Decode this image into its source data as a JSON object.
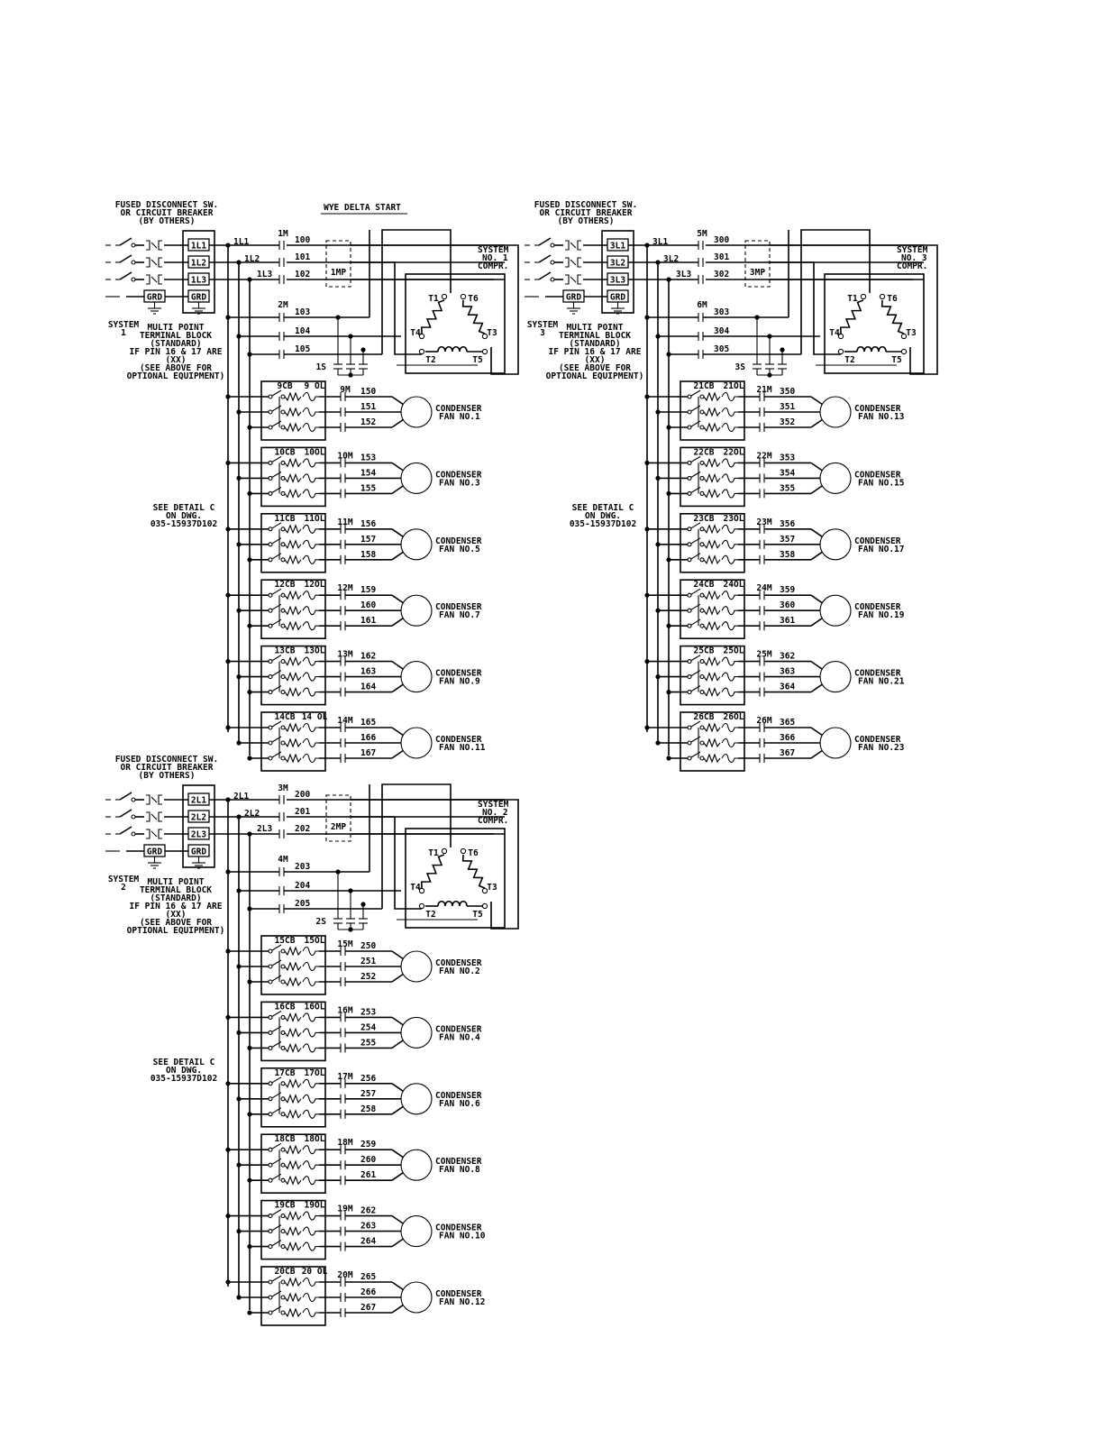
{
  "header": {
    "title": "WYE DELTA START"
  },
  "disconnect_label": [
    "FUSED DISCONNECT SW.",
    "OR CIRCUIT BREAKER",
    "(BY OTHERS)"
  ],
  "terminal_note": [
    "MULTI POINT",
    "TERMINAL BLOCK",
    "(STANDARD)",
    "IF PIN 16 & 17 ARE",
    "(XX)",
    "(SEE ABOVE FOR",
    "OPTIONAL EQUIPMENT)"
  ],
  "detail_note": [
    "SEE DETAIL C",
    "ON DWG.",
    "035-15937D102"
  ],
  "ground_label": "GRD",
  "motor_terminals": {
    "t1": "T1",
    "t2": "T2",
    "t3": "T3",
    "t4": "T4",
    "t5": "T5",
    "t6": "T6"
  },
  "systems": [
    {
      "id": "1",
      "system_label": [
        "SYSTEM",
        "1"
      ],
      "compressor_label": [
        "SYSTEM",
        "NO. 1",
        "COMPR."
      ],
      "terminals": [
        "1L1",
        "1L2",
        "1L3"
      ],
      "line_labels": [
        "1L1",
        "1L2",
        "1L3"
      ],
      "contactor_top": "1M",
      "contactor_bottom": "2M",
      "wires_top": [
        "100",
        "101",
        "102"
      ],
      "wires_bottom": [
        "103",
        "104",
        "105"
      ],
      "mp_label": "1MP",
      "starter_label": "1S",
      "fans": [
        {
          "cb": "9CB",
          "ol": "9 OL",
          "m": "9M",
          "wires": [
            "150",
            "151",
            "152"
          ],
          "label": [
            "CONDENSER",
            "FAN NO.1"
          ]
        },
        {
          "cb": "10CB",
          "ol": "10OL",
          "m": "10M",
          "wires": [
            "153",
            "154",
            "155"
          ],
          "label": [
            "CONDENSER",
            "FAN NO.3"
          ]
        },
        {
          "cb": "11CB",
          "ol": "11OL",
          "m": "11M",
          "wires": [
            "156",
            "157",
            "158"
          ],
          "label": [
            "CONDENSER",
            "FAN NO.5"
          ]
        },
        {
          "cb": "12CB",
          "ol": "12OL",
          "m": "12M",
          "wires": [
            "159",
            "160",
            "161"
          ],
          "label": [
            "CONDENSER",
            "FAN NO.7"
          ]
        },
        {
          "cb": "13CB",
          "ol": "13OL",
          "m": "13M",
          "wires": [
            "162",
            "163",
            "164"
          ],
          "label": [
            "CONDENSER",
            "FAN NO.9"
          ]
        },
        {
          "cb": "14CB",
          "ol": "14 OL",
          "m": "14M",
          "wires": [
            "165",
            "166",
            "167"
          ],
          "label": [
            "CONDENSER",
            "FAN NO.11"
          ]
        }
      ]
    },
    {
      "id": "3",
      "system_label": [
        "SYSTEM",
        "3"
      ],
      "compressor_label": [
        "SYSTEM",
        "NO. 3",
        "COMPR."
      ],
      "terminals": [
        "3L1",
        "3L2",
        "3L3"
      ],
      "line_labels": [
        "3L1",
        "3L2",
        "3L3"
      ],
      "contactor_top": "5M",
      "contactor_bottom": "6M",
      "wires_top": [
        "300",
        "301",
        "302"
      ],
      "wires_bottom": [
        "303",
        "304",
        "305"
      ],
      "mp_label": "3MP",
      "starter_label": "3S",
      "fans": [
        {
          "cb": "21CB",
          "ol": "21OL",
          "m": "21M",
          "wires": [
            "350",
            "351",
            "352"
          ],
          "label": [
            "CONDENSER",
            "FAN NO.13"
          ]
        },
        {
          "cb": "22CB",
          "ol": "22OL",
          "m": "22M",
          "wires": [
            "353",
            "354",
            "355"
          ],
          "label": [
            "CONDENSER",
            "FAN NO.15"
          ]
        },
        {
          "cb": "23CB",
          "ol": "23OL",
          "m": "23M",
          "wires": [
            "356",
            "357",
            "358"
          ],
          "label": [
            "CONDENSER",
            "FAN NO.17"
          ]
        },
        {
          "cb": "24CB",
          "ol": "24OL",
          "m": "24M",
          "wires": [
            "359",
            "360",
            "361"
          ],
          "label": [
            "CONDENSER",
            "FAN NO.19"
          ]
        },
        {
          "cb": "25CB",
          "ol": "25OL",
          "m": "25M",
          "wires": [
            "362",
            "363",
            "364"
          ],
          "label": [
            "CONDENSER",
            "FAN NO.21"
          ]
        },
        {
          "cb": "26CB",
          "ol": "26OL",
          "m": "26M",
          "wires": [
            "365",
            "366",
            "367"
          ],
          "label": [
            "CONDENSER",
            "FAN NO.23"
          ]
        }
      ]
    },
    {
      "id": "2",
      "system_label": [
        "SYSTEM",
        "2"
      ],
      "compressor_label": [
        "SYSTEM",
        "NO. 2",
        "COMPR."
      ],
      "terminals": [
        "2L1",
        "2L2",
        "2L3"
      ],
      "line_labels": [
        "2L1",
        "2L2",
        "2L3"
      ],
      "contactor_top": "3M",
      "contactor_bottom": "4M",
      "wires_top": [
        "200",
        "201",
        "202"
      ],
      "wires_bottom": [
        "203",
        "204",
        "205"
      ],
      "mp_label": "2MP",
      "starter_label": "2S",
      "fans": [
        {
          "cb": "15CB",
          "ol": "15OL",
          "m": "15M",
          "wires": [
            "250",
            "251",
            "252"
          ],
          "label": [
            "CONDENSER",
            "FAN NO.2"
          ]
        },
        {
          "cb": "16CB",
          "ol": "16OL",
          "m": "16M",
          "wires": [
            "253",
            "254",
            "255"
          ],
          "label": [
            "CONDENSER",
            "FAN NO.4"
          ]
        },
        {
          "cb": "17CB",
          "ol": "17OL",
          "m": "17M",
          "wires": [
            "256",
            "257",
            "258"
          ],
          "label": [
            "CONDENSER",
            "FAN NO.6"
          ]
        },
        {
          "cb": "18CB",
          "ol": "18OL",
          "m": "18M",
          "wires": [
            "259",
            "260",
            "261"
          ],
          "label": [
            "CONDENSER",
            "FAN NO.8"
          ]
        },
        {
          "cb": "19CB",
          "ol": "19OL",
          "m": "19M",
          "wires": [
            "262",
            "263",
            "264"
          ],
          "label": [
            "CONDENSER",
            "FAN NO.10"
          ]
        },
        {
          "cb": "20CB",
          "ol": "20 OL",
          "m": "20M",
          "wires": [
            "265",
            "266",
            "267"
          ],
          "label": [
            "CONDENSER",
            "FAN NO.12"
          ]
        }
      ]
    }
  ]
}
